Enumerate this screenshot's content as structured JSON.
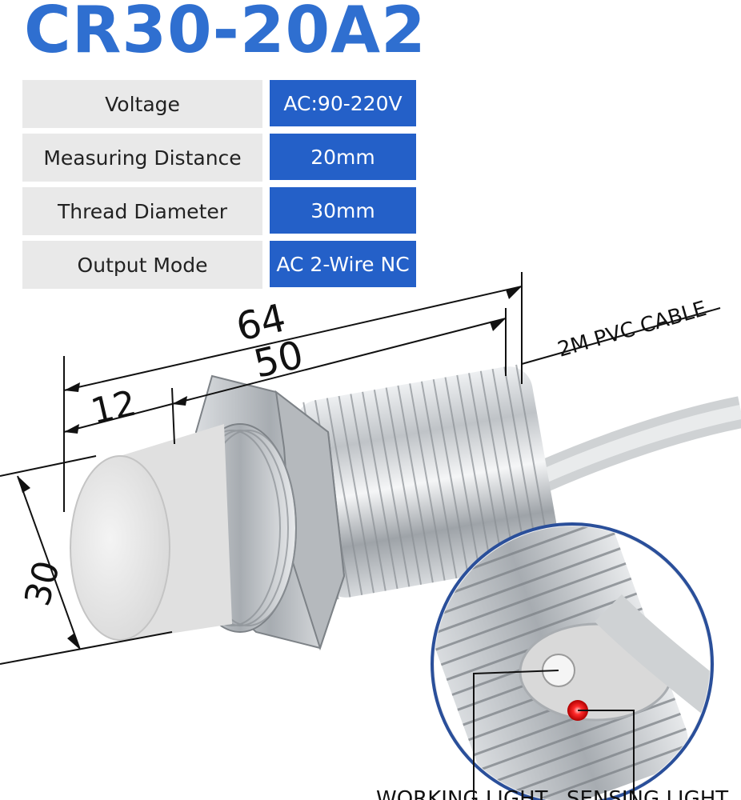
{
  "title": "CR30-20A2",
  "specs": [
    {
      "label": "Voltage",
      "value": "AC:90-220V"
    },
    {
      "label": "Measuring Distance",
      "value": "20mm"
    },
    {
      "label": "Thread Diameter",
      "value": "30mm"
    },
    {
      "label": "Output Mode",
      "value": "AC 2-Wire NC"
    }
  ],
  "dimensions": {
    "total_length": "64",
    "body_length": "50",
    "head_length": "12",
    "diameter": "30"
  },
  "cable_label": "2M PVC CABLE",
  "callouts": {
    "working_light": "WORKING LIGHT",
    "sensing_light": "SENSING LIGHT"
  },
  "colors": {
    "accent_blue": "#2f6fd0",
    "value_bg": "#2460c8",
    "label_bg": "#e9e9e9",
    "sensing_led": "#ff2a2a"
  }
}
